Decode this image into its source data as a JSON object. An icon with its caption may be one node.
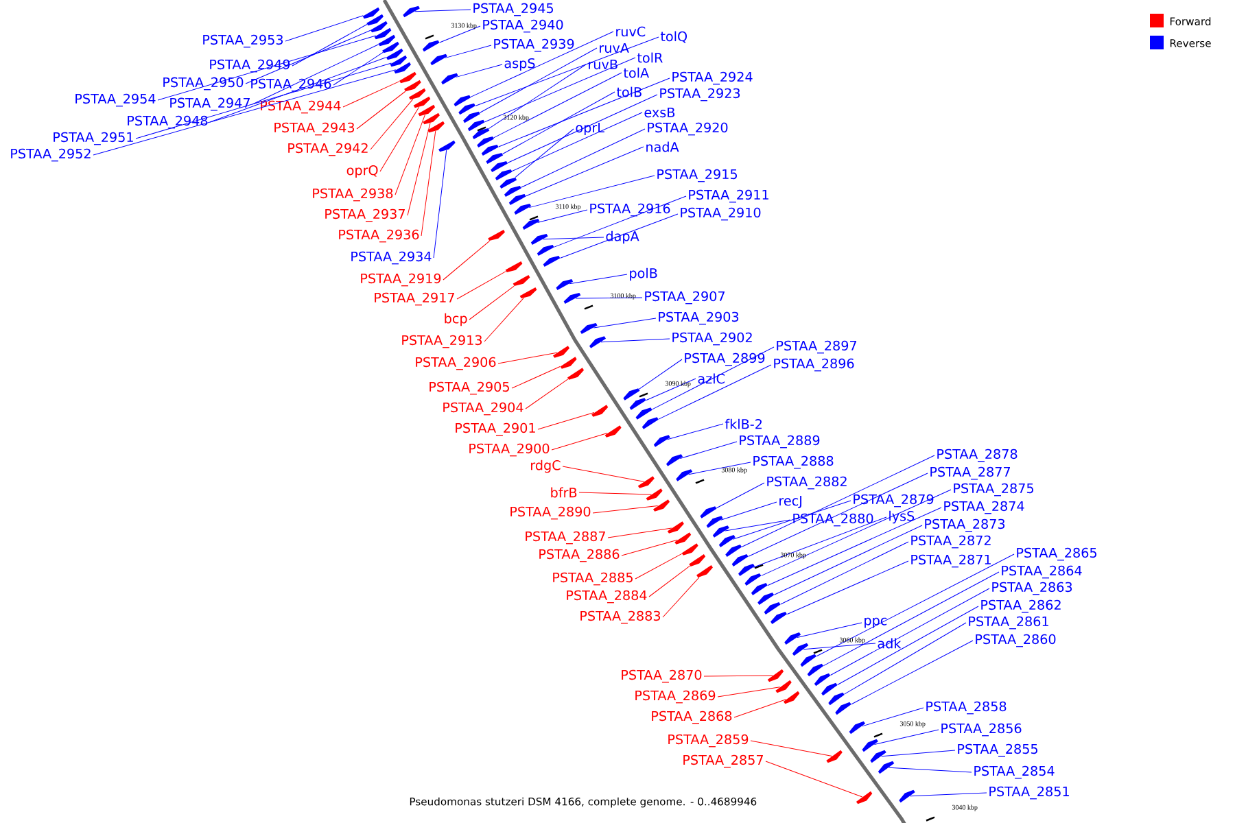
{
  "diagram": {
    "caption": "Pseudomonas stutzeri DSM 4166, complete genome. - 0..4689946",
    "nodes": [
      {
        "text": [
          "PSTAA_2945"
        ]
      },
      {
        "text": [
          "PSTAA_2953"
        ]
      },
      {
        "text": [
          "PSTAA_2940"
        ]
      },
      {
        "text": [
          "ruvC"
        ]
      },
      {
        "text": [
          "tolQ"
        ]
      },
      {
        "text": [
          "PSTAA_2939"
        ]
      },
      {
        "text": [
          "ruvA"
        ]
      },
      {
        "text": [
          "tolR"
        ]
      },
      {
        "text": [
          "ruvB"
        ]
      },
      {
        "text": [
          "PSTAA_2949"
        ]
      },
      {
        "text": [
          "aspS"
        ]
      },
      {
        "text": [
          "tolA"
        ]
      },
      {
        "text": [
          "PSTAA_2924"
        ]
      },
      {
        "text": [
          "PSTAA_2950"
        ]
      },
      {
        "text": [
          "PSTAA_2946"
        ]
      },
      {
        "text": [
          "tolB"
        ]
      },
      {
        "text": [
          "PSTAA_2923"
        ]
      },
      {
        "text": [
          "PSTAA_2954"
        ]
      },
      {
        "text": [
          "PSTAA_2947"
        ]
      },
      {
        "text": [
          "PSTAA_2944"
        ]
      },
      {
        "text": [
          "exsB"
        ]
      },
      {
        "text": [
          "PSTAA_2948"
        ]
      },
      {
        "text": [
          "PSTAA_2943"
        ]
      },
      {
        "text": [
          "oprL"
        ]
      },
      {
        "text": [
          "PSTAA_2920"
        ]
      },
      {
        "text": [
          "PSTAA_2951"
        ]
      },
      {
        "text": [
          "nadA"
        ]
      },
      {
        "text": [
          "PSTAA_2942"
        ]
      },
      {
        "text": [
          "PSTAA_2952"
        ]
      },
      {
        "text": [
          "oprQ"
        ]
      },
      {
        "text": [
          "PSTAA_2915"
        ]
      },
      {
        "text": [
          "PSTAA_2938"
        ]
      },
      {
        "text": [
          "PSTAA_2911"
        ]
      },
      {
        "text": [
          "PSTAA_2916"
        ]
      },
      {
        "text": [
          "PSTAA_2910"
        ]
      },
      {
        "text": [
          "PSTAA_2937"
        ]
      },
      {
        "text": [
          "PSTAA_2936"
        ]
      },
      {
        "text": [
          "dapA"
        ]
      },
      {
        "text": [
          "PSTAA_2934"
        ]
      },
      {
        "text": [
          "polB"
        ]
      },
      {
        "text": [
          "PSTAA_2919"
        ]
      },
      {
        "text": [
          "PSTAA_2907"
        ]
      },
      {
        "text": [
          "PSTAA_2917"
        ]
      },
      {
        "text": [
          "PSTAA_2903"
        ]
      },
      {
        "text": [
          "bcp"
        ]
      },
      {
        "text": [
          "PSTAA_2902"
        ]
      },
      {
        "text": [
          "PSTAA_2913"
        ]
      },
      {
        "text": [
          "PSTAA_2897"
        ]
      },
      {
        "text": [
          "PSTAA_2899"
        ]
      },
      {
        "text": [
          "PSTAA_2906"
        ]
      },
      {
        "text": [
          "PSTAA_2896"
        ]
      },
      {
        "text": [
          "azlC"
        ]
      },
      {
        "text": [
          "PSTAA_2905"
        ]
      },
      {
        "text": [
          "PSTAA_2904"
        ]
      },
      {
        "text": [
          "fklB-2"
        ]
      },
      {
        "text": [
          "PSTAA_2901"
        ]
      },
      {
        "text": [
          "PSTAA_2889"
        ]
      },
      {
        "text": [
          "PSTAA_2900"
        ]
      },
      {
        "text": [
          "PSTAA_2878"
        ]
      },
      {
        "text": [
          "PSTAA_2888"
        ]
      },
      {
        "text": [
          "rdgC"
        ]
      },
      {
        "text": [
          "PSTAA_2877"
        ]
      },
      {
        "text": [
          "PSTAA_2882"
        ]
      },
      {
        "text": [
          "PSTAA_2875"
        ]
      },
      {
        "text": [
          "bfrB"
        ]
      },
      {
        "text": [
          "PSTAA_2879"
        ]
      },
      {
        "text": [
          "recJ"
        ]
      },
      {
        "text": [
          "PSTAA_2874"
        ]
      },
      {
        "text": [
          "PSTAA_2890"
        ]
      },
      {
        "text": [
          "lysS"
        ]
      },
      {
        "text": [
          "PSTAA_2880"
        ]
      },
      {
        "text": [
          "PSTAA_2873"
        ]
      },
      {
        "text": [
          "PSTAA_2887"
        ]
      },
      {
        "text": [
          "PSTAA_2872"
        ]
      },
      {
        "text": [
          "PSTAA_2865"
        ]
      },
      {
        "text": [
          "PSTAA_2886"
        ]
      },
      {
        "text": [
          "PSTAA_2871"
        ]
      },
      {
        "text": [
          "PSTAA_2864"
        ]
      },
      {
        "text": [
          "PSTAA_2885"
        ]
      },
      {
        "text": [
          "PSTAA_2863"
        ]
      },
      {
        "text": [
          "PSTAA_2884"
        ]
      },
      {
        "text": [
          "PSTAA_2862"
        ]
      },
      {
        "text": [
          "PSTAA_2883"
        ]
      },
      {
        "text": [
          "ppc"
        ]
      },
      {
        "text": [
          "PSTAA_2861"
        ]
      },
      {
        "text": [
          "PSTAA_2860"
        ]
      },
      {
        "text": [
          "adk"
        ]
      },
      {
        "text": [
          "PSTAA_2870"
        ]
      },
      {
        "text": [
          "PSTAA_2869"
        ]
      },
      {
        "text": [
          "PSTAA_2858"
        ]
      },
      {
        "text": [
          "PSTAA_2868"
        ]
      },
      {
        "text": [
          "PSTAA_2856"
        ]
      },
      {
        "text": [
          "PSTAA_2859"
        ]
      },
      {
        "text": [
          "PSTAA_2855"
        ]
      },
      {
        "text": [
          "PSTAA_2857"
        ]
      },
      {
        "text": [
          "PSTAA_2854"
        ]
      },
      {
        "text": [
          "PSTAA_2851"
        ]
      },
      {
        "text": [],
        "shape": "arrow"
      },
      {
        "text": [],
        "shape": "arrow"
      },
      {
        "text": [],
        "shape": "arrow"
      },
      {
        "text": [],
        "shape": "arrow"
      },
      {
        "text": [],
        "shape": "arrow"
      },
      {
        "text": [],
        "shape": "arrow"
      },
      {
        "text": [],
        "shape": "arrow"
      },
      {
        "text": [],
        "shape": "arrow"
      },
      {
        "text": [],
        "shape": "arrow"
      },
      {
        "text": [],
        "shape": "arrow"
      },
      {
        "text": [],
        "shape": "arrow"
      },
      {
        "text": [],
        "shape": "arrow"
      },
      {
        "text": [],
        "shape": "arrow"
      },
      {
        "text": [],
        "shape": "arrow"
      },
      {
        "text": [],
        "shape": "arrow"
      },
      {
        "text": [],
        "shape": "arrow"
      },
      {
        "text": [],
        "shape": "arrow"
      },
      {
        "text": [],
        "shape": "arrow"
      },
      {
        "text": [],
        "shape": "arrow"
      },
      {
        "text": [],
        "shape": "arrow"
      },
      {
        "text": [],
        "shape": "arrow"
      },
      {
        "text": [],
        "shape": "arrow"
      },
      {
        "text": [],
        "shape": "arrow"
      },
      {
        "text": [],
        "shape": "arrow"
      },
      {
        "text": [],
        "shape": "arrow"
      },
      {
        "text": [],
        "shape": "arrow"
      },
      {
        "text": [],
        "shape": "arrow"
      },
      {
        "text": [],
        "shape": "arrow"
      },
      {
        "text": [],
        "shape": "arrow"
      },
      {
        "text": [],
        "shape": "arrow"
      },
      {
        "text": [],
        "shape": "arrow"
      },
      {
        "text": [],
        "shape": "arrow"
      },
      {
        "text": [],
        "shape": "arrow"
      },
      {
        "text": [],
        "shape": "arrow"
      },
      {
        "text": [],
        "shape": "arrow"
      },
      {
        "text": [],
        "shape": "arrow"
      },
      {
        "text": [],
        "shape": "arrow"
      },
      {
        "text": [],
        "shape": "arrow"
      },
      {
        "text": [],
        "shape": "arrow"
      },
      {
        "text": [],
        "shape": "arrow"
      },
      {
        "text": [],
        "shape": "arrow"
      },
      {
        "text": [],
        "shape": "arrow"
      },
      {
        "text": [],
        "shape": "arrow"
      },
      {
        "text": [],
        "shape": "arrow"
      },
      {
        "text": [],
        "shape": "arrow"
      },
      {
        "text": [],
        "shape": "arrow"
      },
      {
        "text": [],
        "shape": "arrow"
      },
      {
        "text": [],
        "shape": "arrow"
      },
      {
        "text": [],
        "shape": "arrow"
      },
      {
        "text": [],
        "shape": "arrow"
      },
      {
        "text": [],
        "shape": "arrow"
      },
      {
        "text": [],
        "shape": "arrow"
      },
      {
        "text": [],
        "shape": "arrow"
      },
      {
        "text": [],
        "shape": "arrow"
      },
      {
        "text": [],
        "shape": "arrow"
      },
      {
        "text": [],
        "shape": "arrow"
      },
      {
        "text": [],
        "shape": "arrow"
      },
      {
        "text": [],
        "shape": "arrow"
      },
      {
        "text": [],
        "shape": "arrow"
      },
      {
        "text": [],
        "shape": "arrow"
      },
      {
        "text": [],
        "shape": "arrow"
      },
      {
        "text": [],
        "shape": "arrow"
      },
      {
        "text": [],
        "shape": "arrow"
      },
      {
        "text": [],
        "shape": "arrow"
      },
      {
        "text": [],
        "shape": "arrow"
      },
      {
        "text": [],
        "shape": "arrow"
      },
      {
        "text": [],
        "shape": "arrow"
      },
      {
        "text": [],
        "shape": "arrow"
      },
      {
        "text": [],
        "shape": "arrow"
      },
      {
        "text": [],
        "shape": "arrow"
      },
      {
        "text": [],
        "shape": "arrow"
      },
      {
        "text": [],
        "shape": "arrow"
      },
      {
        "text": [],
        "shape": "arrow"
      },
      {
        "text": [],
        "shape": "arrow"
      },
      {
        "text": [],
        "shape": "arrow"
      },
      {
        "text": [],
        "shape": "arrow"
      },
      {
        "text": [],
        "shape": "arrow"
      },
      {
        "text": [],
        "shape": "arrow"
      },
      {
        "text": [],
        "shape": "arrow"
      },
      {
        "text": [],
        "shape": "arrow"
      },
      {
        "text": [],
        "shape": "arrow"
      },
      {
        "text": [],
        "shape": "arrow"
      },
      {
        "text": [],
        "shape": "arrow"
      },
      {
        "text": [],
        "shape": "arrow"
      },
      {
        "text": [],
        "shape": "arrow"
      },
      {
        "text": [],
        "shape": "arrow"
      },
      {
        "text": [],
        "shape": "arrow"
      },
      {
        "text": [],
        "shape": "arrow"
      },
      {
        "text": [],
        "shape": "arrow"
      },
      {
        "text": [],
        "shape": "arrow"
      },
      {
        "text": [],
        "shape": "arrow"
      },
      {
        "text": [],
        "shape": "arrow"
      },
      {
        "text": [],
        "shape": "arrow"
      },
      {
        "text": [],
        "shape": "arrow"
      },
      {
        "text": [],
        "shape": "arrow"
      },
      {
        "text": [],
        "shape": "arrow"
      },
      {
        "text": [],
        "shape": "arrow"
      }
    ],
    "edges": [
      {
        "from": 0,
        "to": 97,
        "arrow": "none"
      },
      {
        "from": 1,
        "to": 98,
        "arrow": "none"
      },
      {
        "from": 2,
        "to": 99,
        "arrow": "none"
      },
      {
        "from": 3,
        "to": 100,
        "arrow": "none"
      },
      {
        "from": 4,
        "to": 101,
        "arrow": "none"
      },
      {
        "from": 5,
        "to": 102,
        "arrow": "none"
      },
      {
        "from": 6,
        "to": 103,
        "arrow": "none"
      },
      {
        "from": 7,
        "to": 104,
        "arrow": "none"
      },
      {
        "from": 8,
        "to": 105,
        "arrow": "none"
      },
      {
        "from": 9,
        "to": 106,
        "arrow": "none"
      },
      {
        "from": 10,
        "to": 107,
        "arrow": "none"
      },
      {
        "from": 11,
        "to": 108,
        "arrow": "none"
      },
      {
        "from": 12,
        "to": 109,
        "arrow": "none"
      },
      {
        "from": 13,
        "to": 110,
        "arrow": "none"
      },
      {
        "from": 14,
        "to": 111,
        "arrow": "none"
      },
      {
        "from": 15,
        "to": 112,
        "arrow": "none"
      },
      {
        "from": 16,
        "to": 113,
        "arrow": "none"
      },
      {
        "from": 17,
        "to": 114,
        "arrow": "none"
      },
      {
        "from": 18,
        "to": 115,
        "arrow": "none"
      },
      {
        "from": 19,
        "to": 116,
        "arrow": "none",
        "color": "#ff0000"
      },
      {
        "from": 20,
        "to": 117,
        "arrow": "none"
      },
      {
        "from": 21,
        "to": 118,
        "arrow": "none"
      },
      {
        "from": 22,
        "to": 119,
        "arrow": "none",
        "color": "#ff0000"
      },
      {
        "from": 23,
        "to": 120,
        "arrow": "none"
      },
      {
        "from": 24,
        "to": 121,
        "arrow": "none"
      },
      {
        "from": 25,
        "to": 122,
        "arrow": "none"
      },
      {
        "from": 26,
        "to": 123,
        "arrow": "none"
      },
      {
        "from": 27,
        "to": 124,
        "arrow": "none",
        "color": "#ff0000"
      },
      {
        "from": 28,
        "to": 125,
        "arrow": "none"
      },
      {
        "from": 29,
        "to": 126,
        "arrow": "none",
        "color": "#ff0000"
      },
      {
        "from": 30,
        "to": 127,
        "arrow": "none"
      },
      {
        "from": 31,
        "to": 128,
        "arrow": "none",
        "color": "#ff0000"
      },
      {
        "from": 32,
        "to": 129,
        "arrow": "none"
      },
      {
        "from": 33,
        "to": 130,
        "arrow": "none"
      },
      {
        "from": 34,
        "to": 131,
        "arrow": "none"
      },
      {
        "from": 35,
        "to": 132,
        "arrow": "none",
        "color": "#ff0000"
      },
      {
        "from": 36,
        "to": 133,
        "arrow": "none",
        "color": "#ff0000"
      },
      {
        "from": 37,
        "to": 134,
        "arrow": "none"
      },
      {
        "from": 38,
        "to": 135,
        "arrow": "none"
      },
      {
        "from": 39,
        "to": 136,
        "arrow": "none"
      },
      {
        "from": 40,
        "to": 137,
        "arrow": "none",
        "color": "#ff0000"
      },
      {
        "from": 41,
        "to": 138,
        "arrow": "none"
      },
      {
        "from": 42,
        "to": 139,
        "arrow": "none",
        "color": "#ff0000"
      },
      {
        "from": 43,
        "to": 140,
        "arrow": "none"
      },
      {
        "from": 44,
        "to": 141,
        "arrow": "none",
        "color": "#ff0000"
      },
      {
        "from": 45,
        "to": 142,
        "arrow": "none"
      },
      {
        "from": 46,
        "to": 143,
        "arrow": "none",
        "color": "#ff0000"
      },
      {
        "from": 47,
        "to": 144,
        "arrow": "none"
      },
      {
        "from": 48,
        "to": 145,
        "arrow": "none"
      },
      {
        "from": 49,
        "to": 146,
        "arrow": "none",
        "color": "#ff0000"
      },
      {
        "from": 50,
        "to": 147,
        "arrow": "none"
      },
      {
        "from": 51,
        "to": 148,
        "arrow": "none"
      },
      {
        "from": 52,
        "to": 149,
        "arrow": "none",
        "color": "#ff0000"
      },
      {
        "from": 53,
        "to": 150,
        "arrow": "none",
        "color": "#ff0000"
      },
      {
        "from": 54,
        "to": 151,
        "arrow": "none"
      },
      {
        "from": 55,
        "to": 152,
        "arrow": "none",
        "color": "#ff0000"
      },
      {
        "from": 56,
        "to": 153,
        "arrow": "none"
      },
      {
        "from": 57,
        "to": 154,
        "arrow": "none",
        "color": "#ff0000"
      },
      {
        "from": 58,
        "to": 155,
        "arrow": "none"
      },
      {
        "from": 59,
        "to": 156,
        "arrow": "none"
      },
      {
        "from": 60,
        "to": 157,
        "arrow": "none",
        "color": "#ff0000"
      },
      {
        "from": 61,
        "to": 158,
        "arrow": "none"
      },
      {
        "from": 62,
        "to": 159,
        "arrow": "none"
      },
      {
        "from": 63,
        "to": 160,
        "arrow": "none"
      },
      {
        "from": 64,
        "to": 161,
        "arrow": "none",
        "color": "#ff0000"
      },
      {
        "from": 65,
        "to": 162,
        "arrow": "none"
      },
      {
        "from": 66,
        "to": 163,
        "arrow": "none"
      },
      {
        "from": 67,
        "to": 164,
        "arrow": "none"
      },
      {
        "from": 68,
        "to": 165,
        "arrow": "none",
        "color": "#ff0000"
      },
      {
        "from": 69,
        "to": 166,
        "arrow": "none"
      },
      {
        "from": 70,
        "to": 167,
        "arrow": "none"
      },
      {
        "from": 71,
        "to": 168,
        "arrow": "none"
      },
      {
        "from": 72,
        "to": 169,
        "arrow": "none",
        "color": "#ff0000"
      },
      {
        "from": 73,
        "to": 170,
        "arrow": "none"
      },
      {
        "from": 74,
        "to": 171,
        "arrow": "none"
      },
      {
        "from": 75,
        "to": 172,
        "arrow": "none",
        "color": "#ff0000"
      },
      {
        "from": 76,
        "to": 173,
        "arrow": "none"
      },
      {
        "from": 77,
        "to": 174,
        "arrow": "none"
      },
      {
        "from": 78,
        "to": 175,
        "arrow": "none",
        "color": "#ff0000"
      },
      {
        "from": 79,
        "to": 176,
        "arrow": "none"
      },
      {
        "from": 80,
        "to": 177,
        "arrow": "none",
        "color": "#ff0000"
      },
      {
        "from": 81,
        "to": 178,
        "arrow": "none"
      },
      {
        "from": 82,
        "to": 179,
        "arrow": "none",
        "color": "#ff0000"
      },
      {
        "from": 83,
        "to": 180,
        "arrow": "none"
      },
      {
        "from": 84,
        "to": 181,
        "arrow": "none"
      },
      {
        "from": 85,
        "to": 182,
        "arrow": "none"
      },
      {
        "from": 86,
        "to": 183,
        "arrow": "none"
      },
      {
        "from": 87,
        "to": 184,
        "arrow": "none",
        "color": "#ff0000"
      },
      {
        "from": 88,
        "to": 185,
        "arrow": "none",
        "color": "#ff0000"
      },
      {
        "from": 89,
        "to": 186,
        "arrow": "none"
      },
      {
        "from": 90,
        "to": 187,
        "arrow": "none",
        "color": "#ff0000"
      },
      {
        "from": 91,
        "to": 188,
        "arrow": "none"
      },
      {
        "from": 92,
        "to": 189,
        "arrow": "none",
        "color": "#ff0000"
      },
      {
        "from": 93,
        "to": 190,
        "arrow": "none"
      },
      {
        "from": 94,
        "to": 191,
        "arrow": "none",
        "color": "#ff0000"
      },
      {
        "from": 95,
        "to": 192,
        "arrow": "none"
      },
      {
        "from": 96,
        "to": 193,
        "arrow": "none"
      }
    ],
    "labels": [
      "3130 kbp",
      "3120 kbp",
      "3110 kbp",
      "3100 kbp",
      "3090 kbp",
      "3080 kbp",
      "3070 kbp",
      "3060 kbp",
      "3050 kbp",
      "3040 kbp"
    ],
    "legend": [
      {
        "text": "Forward",
        "color": "#ff0000"
      },
      {
        "text": "Reverse",
        "color": "#0000ff"
      }
    ]
  }
}
